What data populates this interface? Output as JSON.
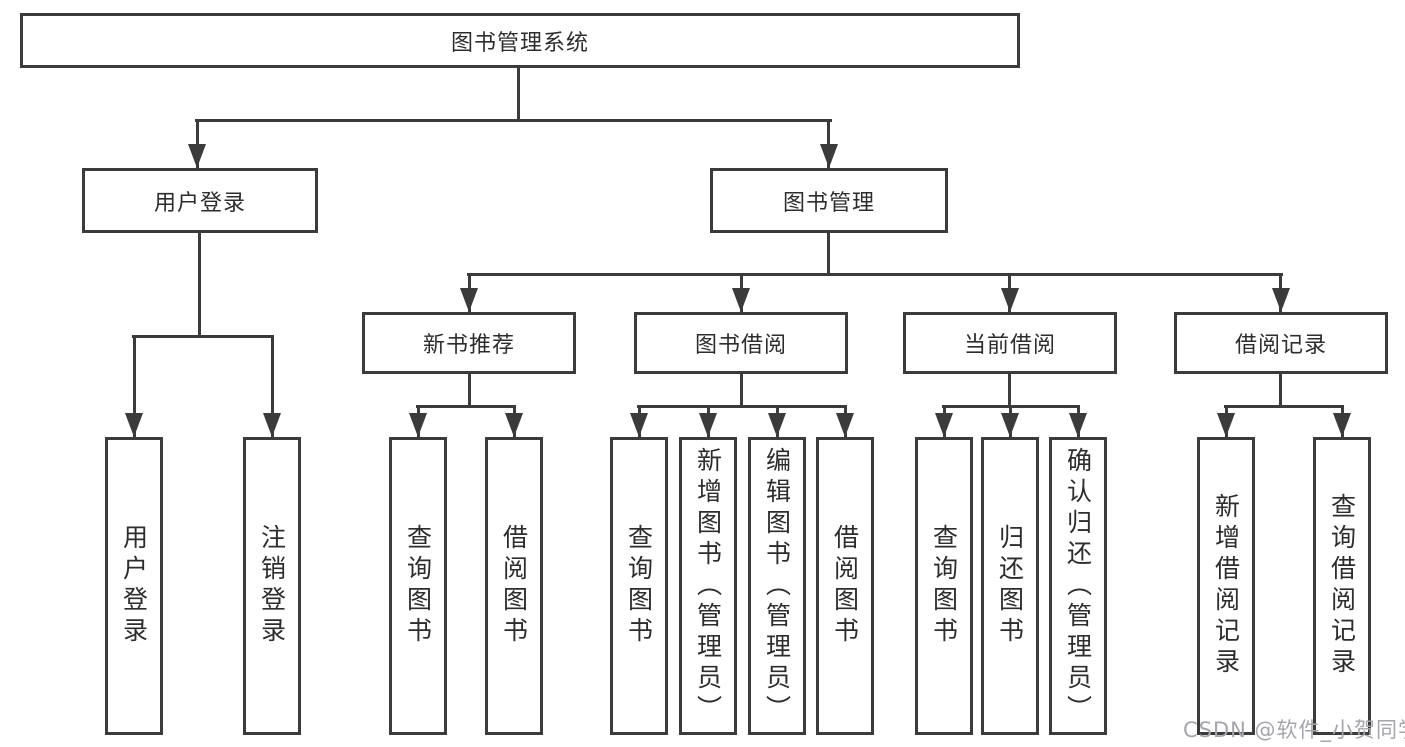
{
  "diagram": {
    "type": "tree",
    "title": "图书管理系统",
    "hierarchy": {
      "图书管理系统": {
        "用户登录": [
          "用户登录",
          "注销登录"
        ],
        "图书管理": {
          "新书推荐": [
            "查询图书",
            "借阅图书"
          ],
          "图书借阅": [
            "查询图书",
            "新增图书（管理员）",
            "编辑图书（管理员）",
            "借阅图书"
          ],
          "当前借阅": [
            "查询图书",
            "归还图书",
            "确认归还（管理员）"
          ],
          "借阅记录": [
            "新增借阅记录",
            "查询借阅记录"
          ]
        }
      }
    }
  },
  "nodes": {
    "root": {
      "label": "图书管理系统"
    },
    "user_login": {
      "label": "用户登录"
    },
    "book_mgmt": {
      "label": "图书管理"
    },
    "login": {
      "label": "用户登录"
    },
    "logout": {
      "label": "注销登录"
    },
    "new_book_rec": {
      "label": "新书推荐"
    },
    "book_borrow": {
      "label": "图书借阅"
    },
    "current_borrow": {
      "label": "当前借阅"
    },
    "borrow_record": {
      "label": "借阅记录"
    },
    "nbr_query": {
      "label": "查询图书"
    },
    "nbr_borrow": {
      "label": "借阅图书"
    },
    "bb_query": {
      "label": "查询图书"
    },
    "bb_add": {
      "label": "新增图书（管理员）"
    },
    "bb_edit": {
      "label": "编辑图书（管理员）"
    },
    "bb_borrow": {
      "label": "借阅图书"
    },
    "cb_query": {
      "label": "查询图书"
    },
    "cb_return": {
      "label": "归还图书"
    },
    "cb_confirm": {
      "label": "确认归还（管理员）"
    },
    "br_add": {
      "label": "新增借阅记录"
    },
    "br_query": {
      "label": "查询借阅记录"
    }
  },
  "watermark": {
    "text": "CSDN @软件_小贺同学"
  },
  "colors": {
    "line": "#3b3b3b",
    "text": "#2d2d2d",
    "background": "#ffffff",
    "watermark": "#a5a5ab"
  }
}
